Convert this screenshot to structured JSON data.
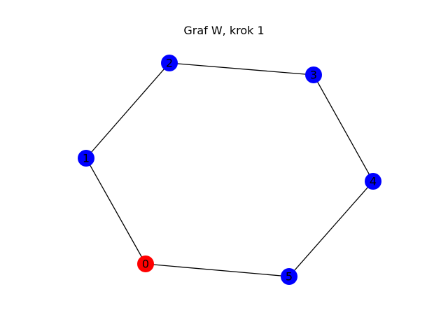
{
  "title": "Graf W, krok 1",
  "colors": {
    "background": "#ffffff",
    "edge": "#000000",
    "label": "#000000",
    "visited_node": "#ff0000",
    "unvisited_node": "#0000ff"
  },
  "graph": {
    "nodes": [
      {
        "id": "0",
        "label": "0",
        "state": "visited"
      },
      {
        "id": "1",
        "label": "1",
        "state": "unvisited"
      },
      {
        "id": "2",
        "label": "2",
        "state": "unvisited"
      },
      {
        "id": "3",
        "label": "3",
        "state": "unvisited"
      },
      {
        "id": "4",
        "label": "4",
        "state": "unvisited"
      },
      {
        "id": "5",
        "label": "5",
        "state": "unvisited"
      }
    ],
    "edges": [
      {
        "source": "0",
        "target": "1"
      },
      {
        "source": "1",
        "target": "2"
      },
      {
        "source": "2",
        "target": "3"
      },
      {
        "source": "3",
        "target": "4"
      },
      {
        "source": "4",
        "target": "5"
      },
      {
        "source": "5",
        "target": "0"
      }
    ]
  }
}
